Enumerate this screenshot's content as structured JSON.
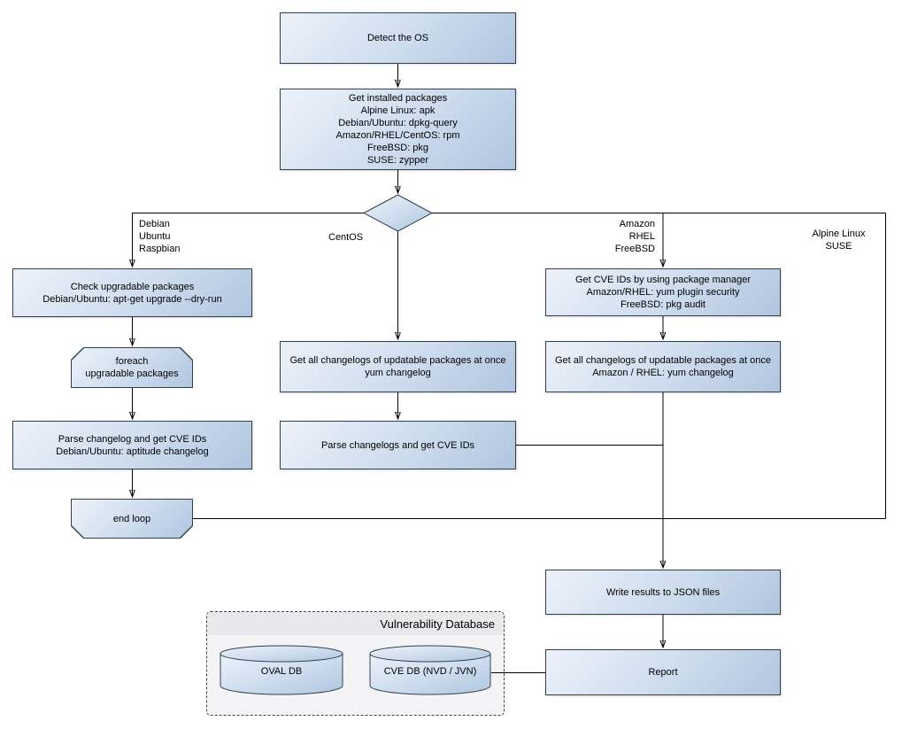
{
  "nodes": {
    "detect_os": {
      "label": "Detect the OS"
    },
    "get_installed_packages": {
      "label": "Get installed packages\nAlpine Linux: apk\nDebian/Ubuntu: dpkg-query\nAmazon/RHEL/CentOS: rpm\nFreeBSD: pkg\nSUSE: zypper"
    },
    "check_upgradable_packages": {
      "label": "Check upgradable packages\nDebian/Ubuntu: apt-get upgrade --dry-run"
    },
    "foreach_loop": {
      "label": "foreach\nupgradable packages"
    },
    "parse_changelog_debian": {
      "label": "Parse changelog and get CVE IDs\nDebian/Ubuntu: aptitude changelog"
    },
    "end_loop": {
      "label": "end loop"
    },
    "get_changelogs_centos": {
      "label": "Get all changelogs of updatable packages at once\nyum changelog"
    },
    "parse_changelogs_centos": {
      "label": "Parse changelogs and get CVE IDs"
    },
    "get_cve_ids_package_manager": {
      "label": "Get CVE IDs by using package manager\nAmazon/RHEL: yum plugin security\nFreeBSD: pkg audit"
    },
    "get_changelogs_amazon_rhel": {
      "label": "Get all changelogs of updatable packages at once\nAmazon / RHEL: yum changelog"
    },
    "write_results": {
      "label": "Write results to JSON files"
    },
    "report": {
      "label": "Report"
    },
    "oval_db": {
      "label": "OVAL DB"
    },
    "cve_db": {
      "label": "CVE DB (NVD / JVN)"
    }
  },
  "branch_labels": {
    "debian": "Debian\nUbuntu\nRaspbian",
    "centos": "CentOS",
    "amazon": "Amazon\nRHEL\nFreeBSD",
    "alpine": "Alpine Linux\nSUSE"
  },
  "database_container": {
    "title": "Vulnerability Database"
  },
  "colors": {
    "node_fill_light": "#edf2f9",
    "node_fill_dark": "#b0c5df",
    "node_border": "#31404f",
    "connector": "#000000",
    "container_fill": "#f4f4f6",
    "container_border": "#444444"
  }
}
